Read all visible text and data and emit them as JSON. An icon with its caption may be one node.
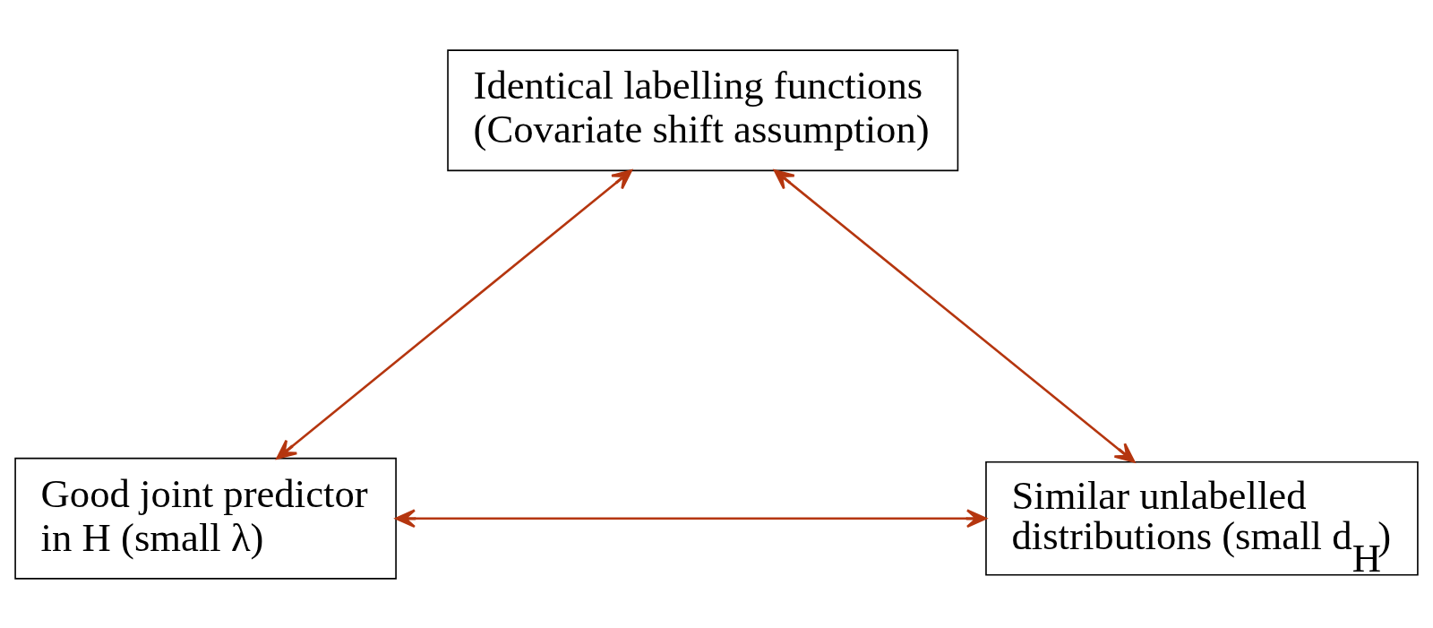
{
  "diagram": {
    "nodes": [
      {
        "text": [
          "Identical labelling functions (Covariate shift assumption)"
        ]
      },
      {
        "text": [
          "Good joint predictor in H (small λ)"
        ]
      },
      {
        "text": [
          "Similar unlabelled distributions (small d$_{H}$)"
        ]
      }
    ],
    "edges": [
      {
        "from": 0,
        "to": 1,
        "arrow": "both"
      },
      {
        "from": 0,
        "to": 2,
        "arrow": "both"
      },
      {
        "from": 1,
        "to": 2,
        "arrow": "both"
      }
    ]
  }
}
